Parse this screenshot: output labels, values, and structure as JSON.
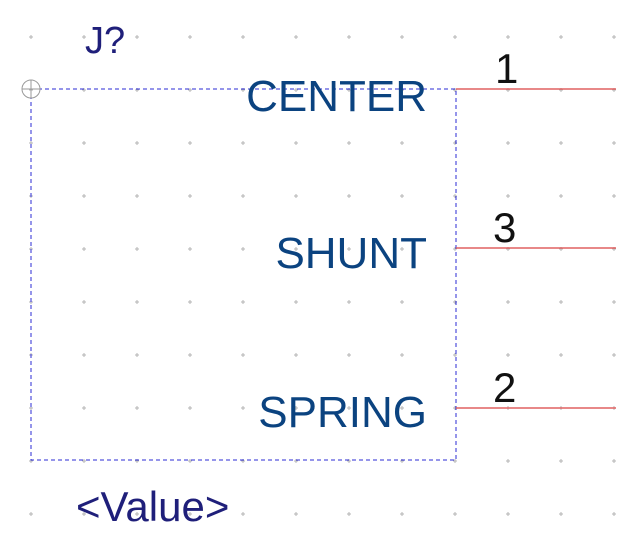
{
  "component": {
    "reference": "J?",
    "value": "<Value>",
    "pins": [
      {
        "name": "CENTER",
        "number": "1"
      },
      {
        "name": "SHUNT",
        "number": "3"
      },
      {
        "name": "SPRING",
        "number": "2"
      }
    ]
  },
  "colors": {
    "outline": "#2b2bd6",
    "pin_line": "#e06060",
    "grid": "#b4b4b4",
    "pin_name": "#0b4380",
    "reference": "#1f1f7a"
  }
}
